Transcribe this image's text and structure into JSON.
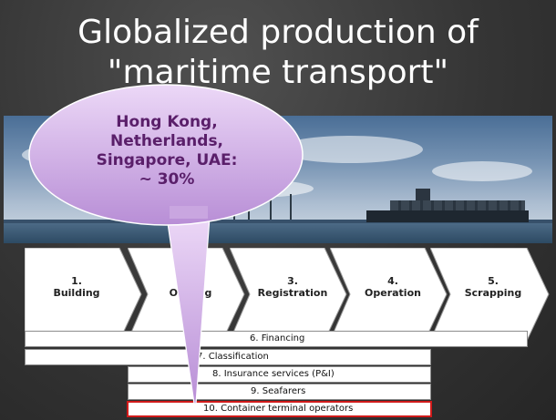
{
  "title_line1": "Globalized production of",
  "title_line2": "\"maritime transport\"",
  "callout": {
    "line1": "Hong Kong,",
    "line2": "Netherlands,",
    "line3": "Singapore, UAE:",
    "line4": "~ 30%"
  },
  "stages": [
    {
      "number": "1.",
      "label": "Building"
    },
    {
      "number": "2.",
      "label": "Owning"
    },
    {
      "number": "3.",
      "label": "Registration"
    },
    {
      "number": "4.",
      "label": "Operation"
    },
    {
      "number": "5.",
      "label": "Scrapping"
    }
  ],
  "services": [
    {
      "label": "6. Financing"
    },
    {
      "label": "7. Classification"
    },
    {
      "label": "8. Insurance services (P&I)"
    },
    {
      "label": "9. Seafarers"
    },
    {
      "label": "10. Container terminal operators"
    }
  ],
  "colors": {
    "highlight_border": "#d01a1a",
    "callout_fill": "#c8a8e0"
  }
}
